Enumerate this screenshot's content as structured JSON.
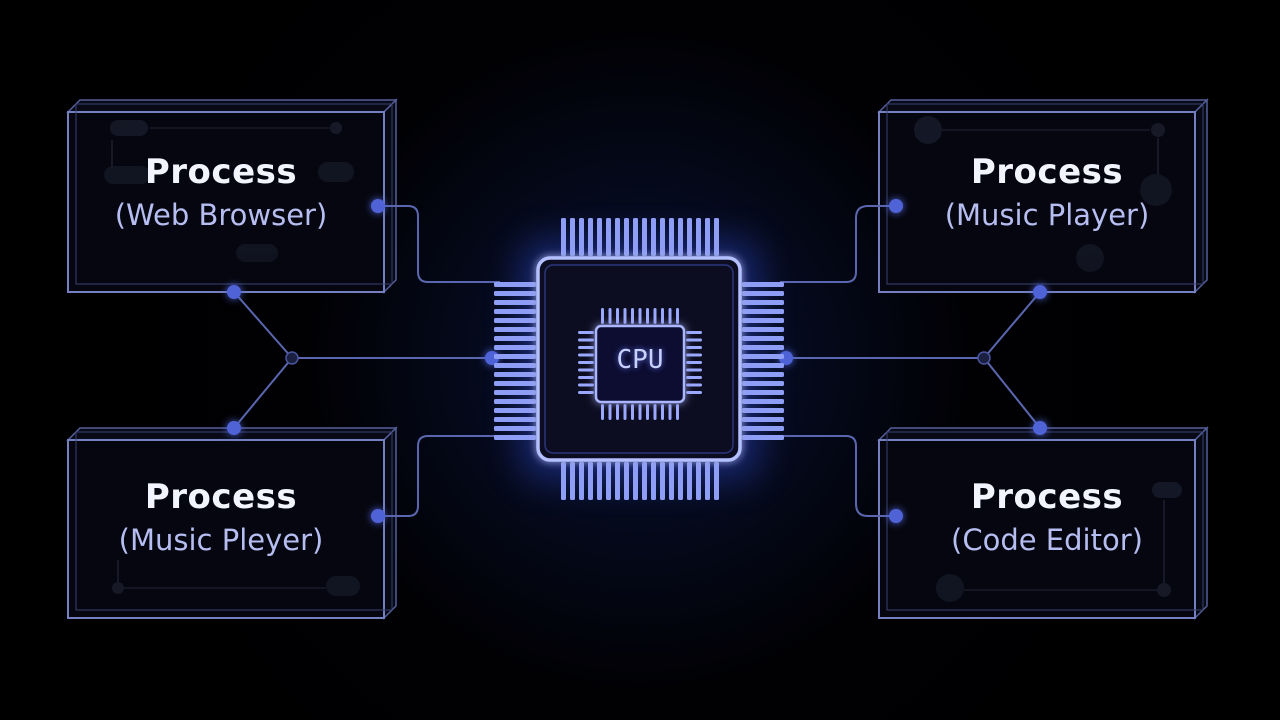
{
  "colors": {
    "background": "#000000",
    "box_stroke": "#6f7ab8",
    "connector": "#5a67b0",
    "node": "#4f63d6",
    "cpu_glow": "#4b6bff",
    "cpu_stroke": "#aebaff",
    "title_text": "#f2f4ff",
    "subtitle_text": "#b6bdf0"
  },
  "cpu": {
    "label": "CPU",
    "icon": "cpu-chip-icon"
  },
  "processes": [
    {
      "title": "Process",
      "subtitle": "(Web Browser)"
    },
    {
      "title": "Process",
      "subtitle": "(Music Player)"
    },
    {
      "title": "Process",
      "subtitle": "(Music Pleyer)"
    },
    {
      "title": "Process",
      "subtitle": "(Code Editor)"
    }
  ]
}
